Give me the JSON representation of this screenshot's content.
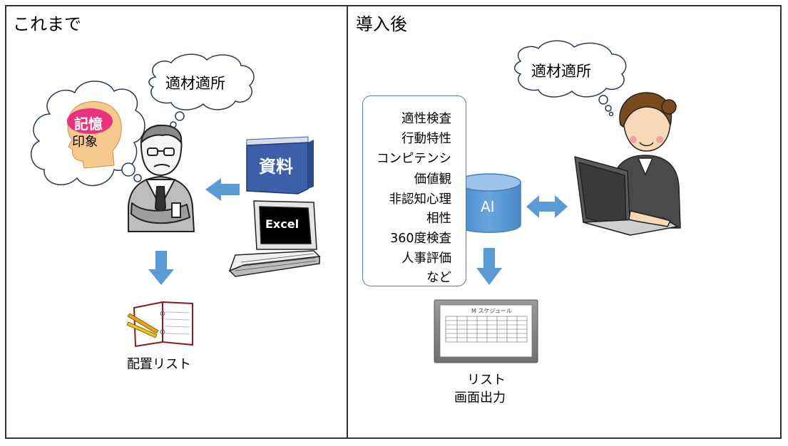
{
  "panels": {
    "before": {
      "title": "これまで",
      "thought_bubble": "適材適所",
      "memory_label": "記憶",
      "impression_label": "印象",
      "materials_label": "資料",
      "excel_label": "Excel",
      "output_label": "配置リスト"
    },
    "after": {
      "title": "導入後",
      "thought_bubble": "適材適所",
      "factors": [
        "適性検査",
        "行動特性",
        "コンピテンシ",
        "価値観",
        "非認知心理",
        "相性",
        "360度検査",
        "人事評価",
        "など"
      ],
      "ai_label": "AI",
      "screen_title": "M スケジュール",
      "output_label_line1": "リスト",
      "output_label_line2": "画面出力"
    }
  },
  "colors": {
    "border": "#333333",
    "arrow_blue": "#5b9bd5",
    "ai_cylinder": "#5b9bd5",
    "materials_blue": "#3b5fa8",
    "memory_pink": "#e8327d",
    "head_skin": "#f7c98e"
  }
}
